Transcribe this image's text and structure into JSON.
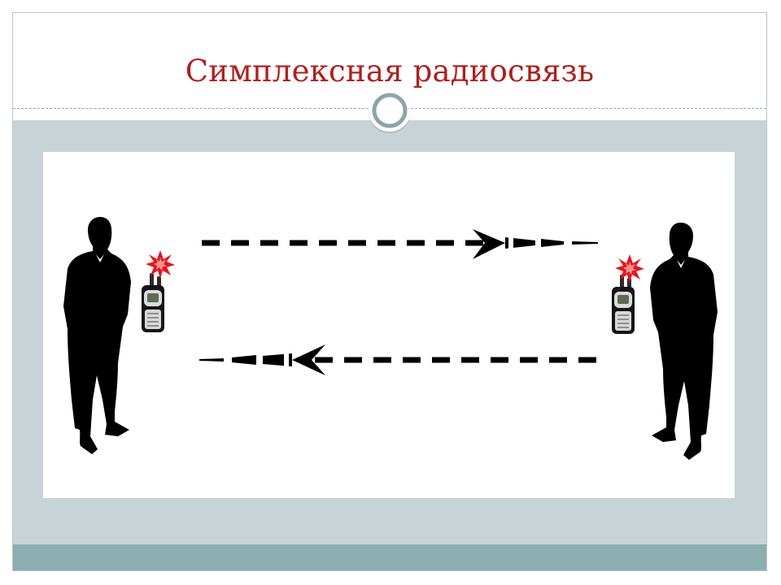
{
  "slide": {
    "title": "Симплексная радиосвязь"
  },
  "colors": {
    "title": "#b01e1e",
    "content_background": "#c8d3d7",
    "bottom_band": "#8caeb0",
    "ring": "#8aa6a9",
    "burst": "#e8141b"
  },
  "diagram": {
    "left_person": {
      "icon": "person-silhouette-icon"
    },
    "right_person": {
      "icon": "person-silhouette-icon"
    },
    "left_radio": {
      "icon": "walkie-talkie-icon",
      "transmitting": true
    },
    "right_radio": {
      "icon": "walkie-talkie-icon",
      "transmitting": true
    },
    "top_arrow": {
      "direction": "right"
    },
    "bottom_arrow": {
      "direction": "left"
    }
  }
}
